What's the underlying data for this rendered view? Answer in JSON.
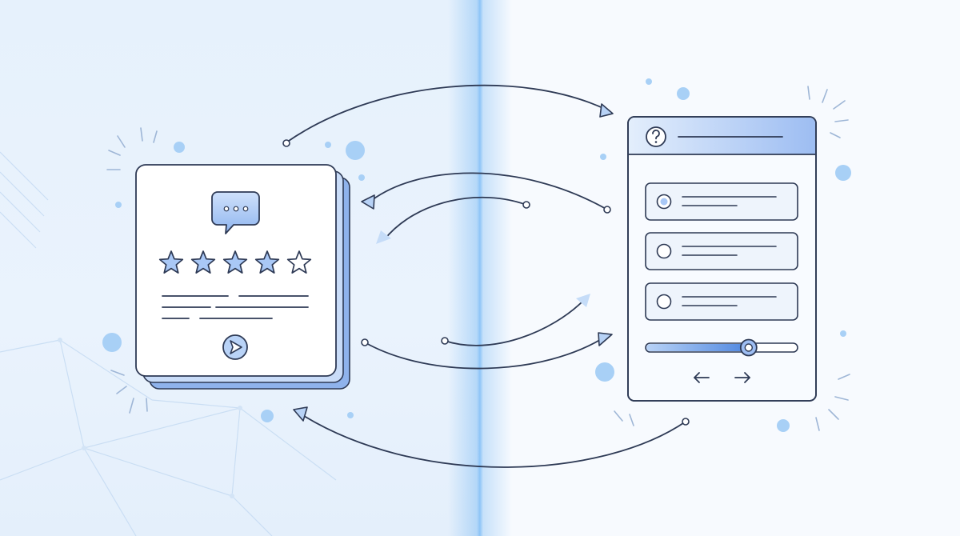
{
  "colors": {
    "accent": "#7aa8ec",
    "accent_fill": "#a9c8f6",
    "stroke": "#2e3a55",
    "dot": "#a8d0f6",
    "card_bg": "#ffffff",
    "stack_layer": "#8fb3ec"
  },
  "review_card": {
    "icon": "chat-bubble-icon",
    "rating": 4,
    "max_rating": 5,
    "action_icon": "send-icon"
  },
  "survey_panel": {
    "header_icon": "question-icon",
    "options_count": 3,
    "selected_option": 1,
    "progress": 0.68,
    "nav": [
      "arrow-left-icon",
      "arrow-right-icon"
    ]
  }
}
